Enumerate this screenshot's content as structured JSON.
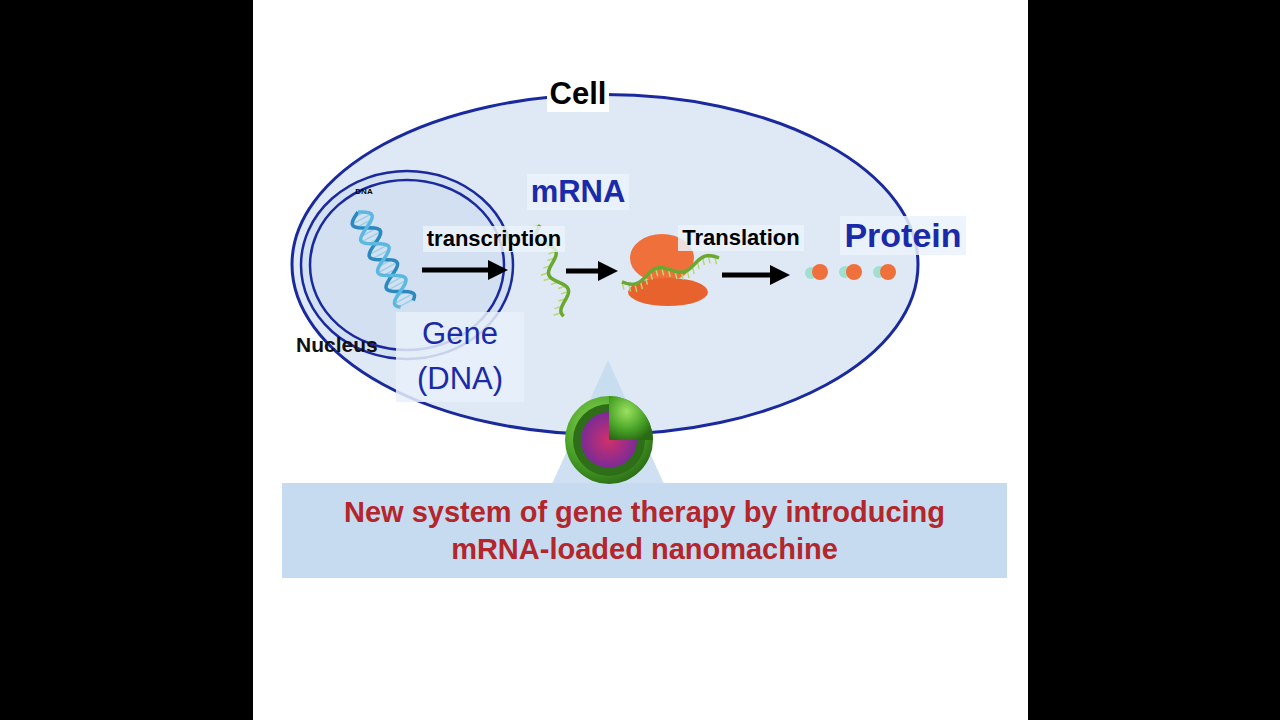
{
  "diagram": {
    "nodes": [
      {
        "text": [
          "Cell"
        ]
      },
      {
        "text": [
          "Nucleus"
        ],
        "in": 0
      },
      {
        "text": [
          "New system of gene therapy by introducing mRNA-loaded nanomachine"
        ]
      }
    ],
    "labels": [
      "DNA",
      "transcription",
      "mRNA",
      "Translation",
      "Protein",
      "Gene (DNA)"
    ]
  }
}
